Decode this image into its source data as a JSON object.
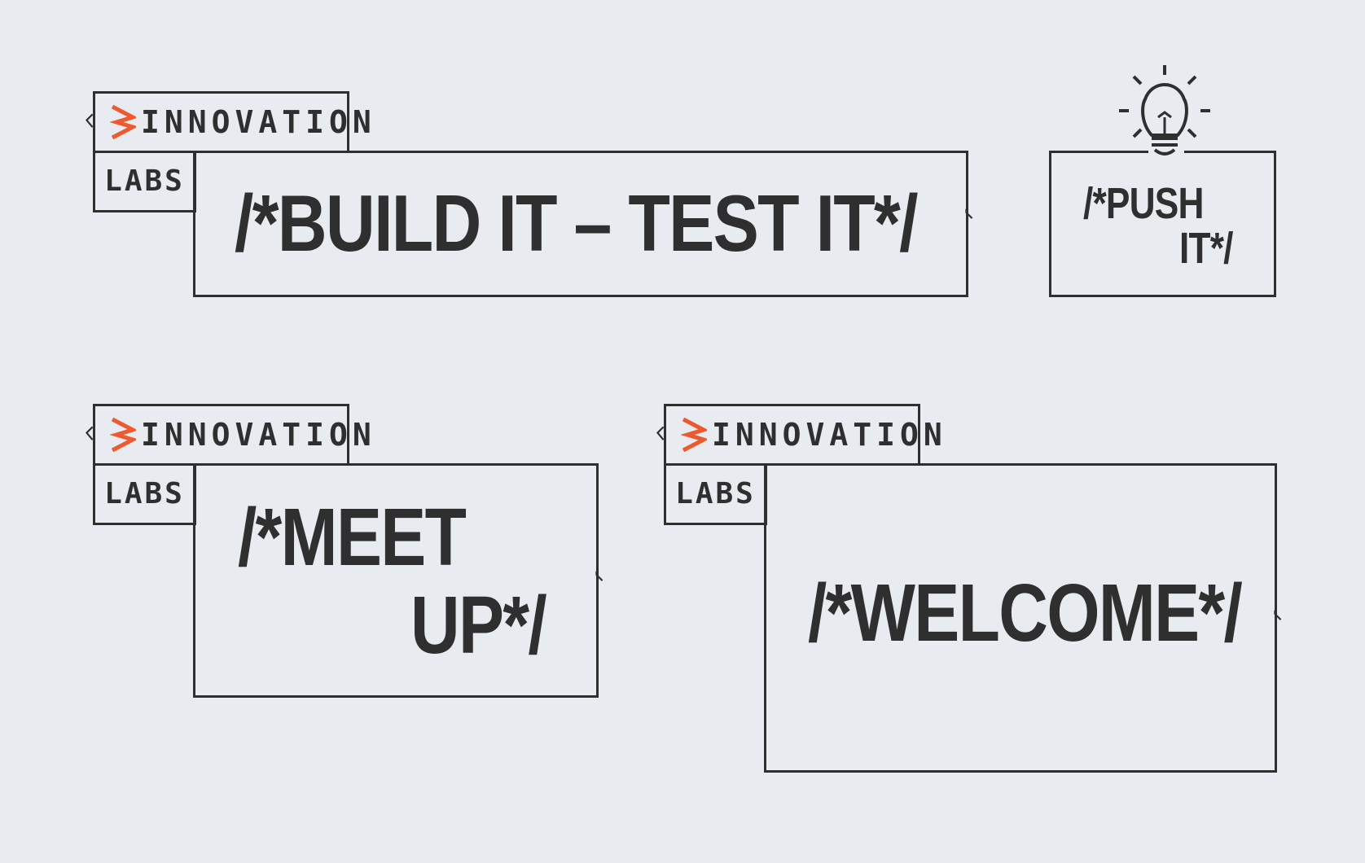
{
  "brand": {
    "name": "INNOVATION",
    "sub": "LABS",
    "accent_color": "#ee5a2f",
    "icon": "chevron-logo-icon"
  },
  "cards": {
    "build": {
      "line1": "/*BUILD IT – TEST IT*/"
    },
    "push": {
      "line1": "/*PUSH",
      "line2": "IT*/",
      "icon": "lightbulb-icon"
    },
    "meet": {
      "line1": "/*MEET",
      "line2": "UP*/"
    },
    "welcome": {
      "line1": "/*WELCOME*/"
    }
  }
}
